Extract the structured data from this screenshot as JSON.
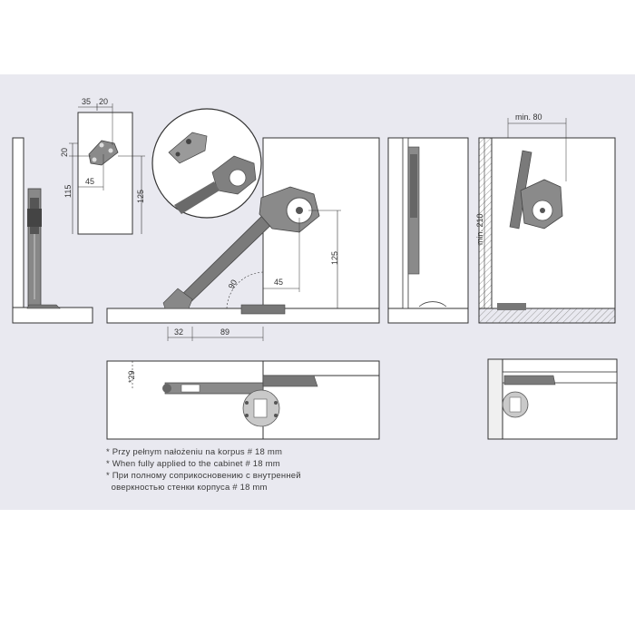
{
  "colors": {
    "band": "#e9e9f0",
    "panel": "#ffffff",
    "line": "#333333",
    "mechanism": "#6f6f6f",
    "mechanism_dark": "#4a4a4a"
  },
  "dimensions": {
    "plate_w1": "35",
    "plate_w2": "20",
    "plate_h1": "20",
    "plate_h2": "115",
    "plate_h3": "125",
    "plate_offset": "45",
    "main_base_left": "32",
    "main_base_right": "89",
    "main_angle": "90",
    "main_h": "125",
    "main_offset": "45",
    "side_min_w": "min. 80",
    "side_min_h": "min. 210",
    "plan_star": "*29"
  },
  "notes": [
    "* Przy pełnym nałożeniu na korpus # 18 mm",
    "* When fully applied to the cabinet # 18 mm",
    "* При полному соприкосновению с внутренней",
    "  оверкностью стенки корпуса # 18 mm"
  ]
}
